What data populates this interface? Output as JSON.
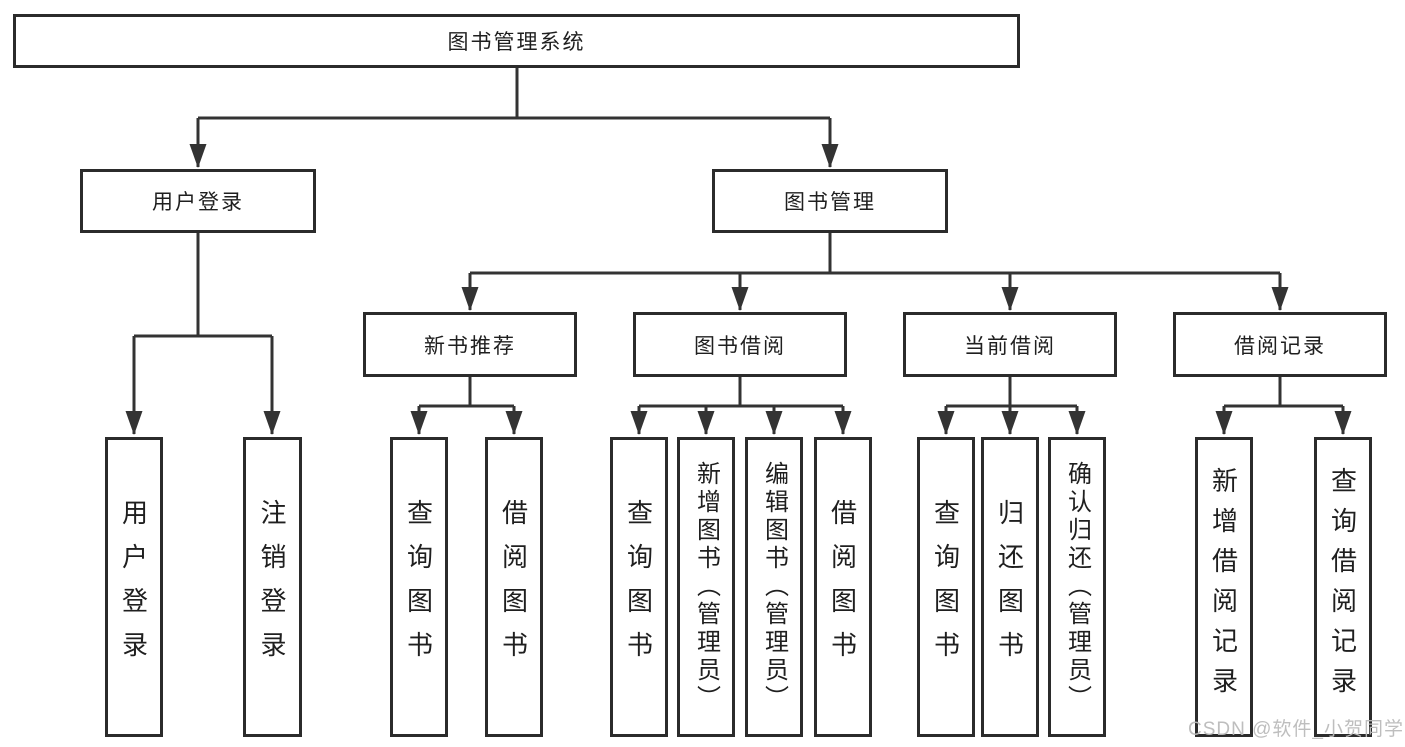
{
  "tree": {
    "root": "图书管理系统",
    "branches": [
      {
        "label": "用户登录",
        "children": [
          "用户登录",
          "注销登录"
        ]
      },
      {
        "label": "图书管理",
        "groups": [
          {
            "label": "新书推荐",
            "children": [
              "查询图书",
              "借阅图书"
            ]
          },
          {
            "label": "图书借阅",
            "children": [
              "查询图书",
              "新增图书（管理员）",
              "编辑图书（管理员）",
              "借阅图书"
            ]
          },
          {
            "label": "当前借阅",
            "children": [
              "查询图书",
              "归还图书",
              "确认归还（管理员）"
            ]
          },
          {
            "label": "借阅记录",
            "children": [
              "新增借阅记录",
              "查询借阅记录"
            ]
          }
        ]
      }
    ]
  },
  "watermark": "CSDN @软件_小贺同学",
  "colors": {
    "line": "#333333",
    "border": "#2b2b2b",
    "background": "#ffffff",
    "watermark": "#bbbbbb"
  }
}
